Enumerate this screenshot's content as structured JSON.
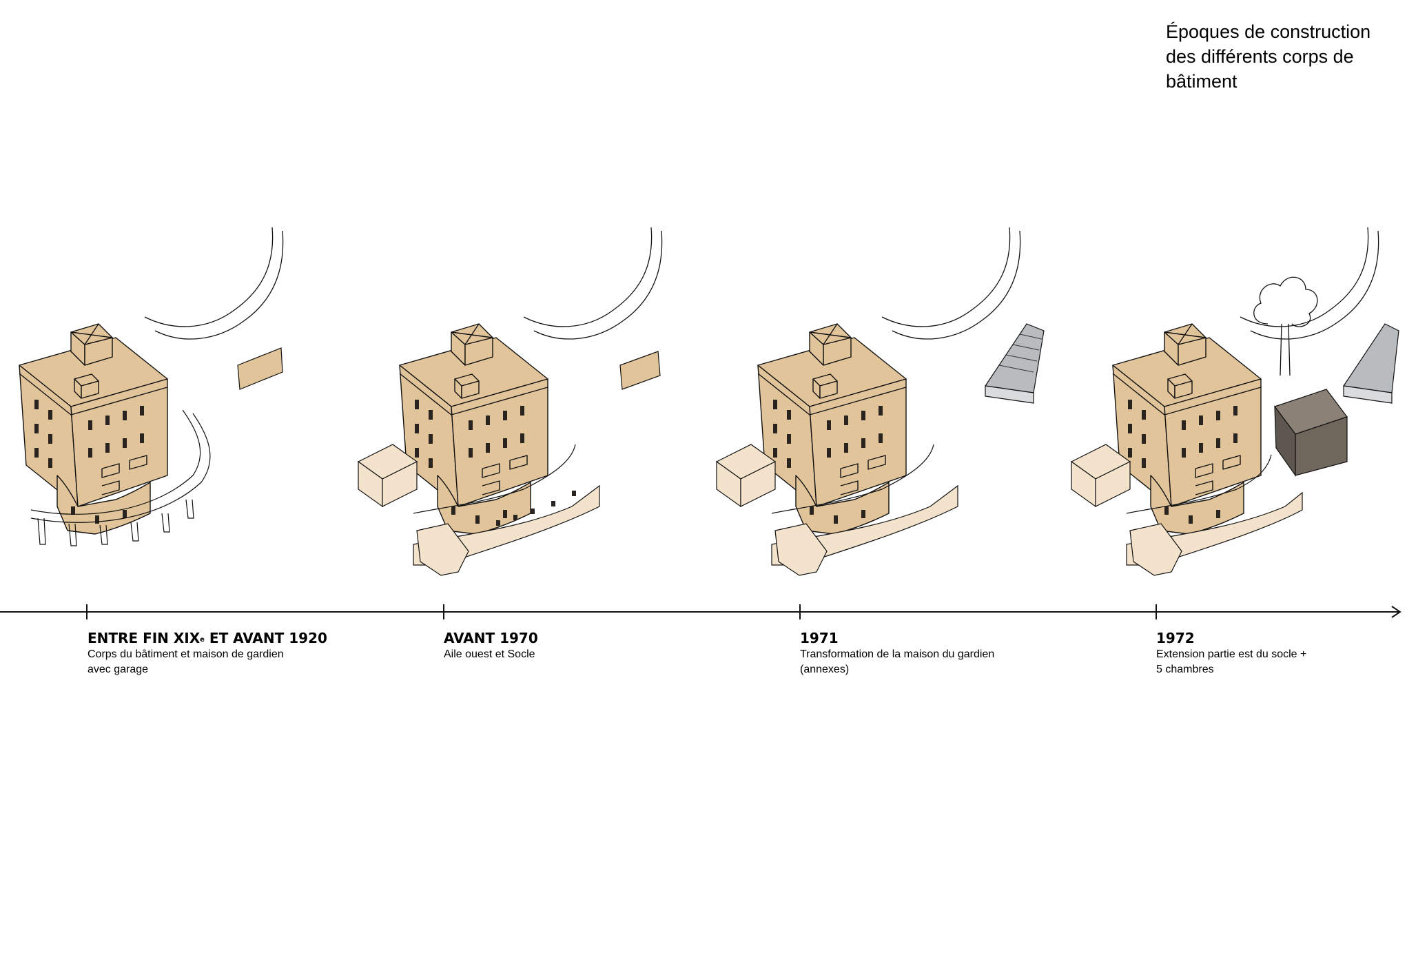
{
  "title": {
    "lines": [
      "Époques de construction",
      "des différents corps de",
      "bâtiment"
    ]
  },
  "colors": {
    "original": "#e2c49a",
    "second_phase": "#f3e3cc",
    "annex_roof": "#b9bcbf",
    "extension_1972": "#6f665c",
    "line": "#111111"
  },
  "timeline": [
    {
      "period_main": "ENTRE FIN XIX",
      "period_sup": "e",
      "period_rest": " ET AVANT 1920",
      "desc": [
        "Corps du bâtiment et maison de gardien",
        "avec garage"
      ]
    },
    {
      "period_main": "AVANT 1970",
      "period_sup": "",
      "period_rest": "",
      "desc": [
        "Aile ouest et Socle"
      ]
    },
    {
      "period_main": "1971",
      "period_sup": "",
      "period_rest": "",
      "desc": [
        "Transformation de la maison du gardien",
        "(annexes)"
      ]
    },
    {
      "period_main": "1972",
      "period_sup": "",
      "period_rest": "",
      "desc": [
        "Extension partie est du socle +",
        "5 chambres"
      ]
    }
  ]
}
